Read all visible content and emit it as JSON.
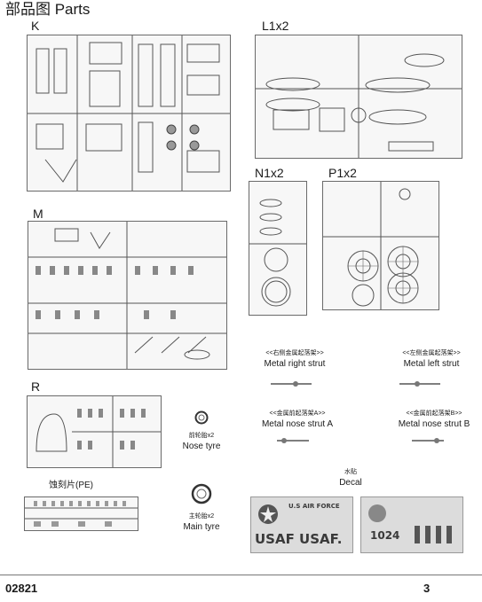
{
  "header": {
    "title": "部品图  Parts"
  },
  "sprues": {
    "K": {
      "label": "K"
    },
    "L": {
      "label": "L1x2"
    },
    "M": {
      "label": "M"
    },
    "N": {
      "label": "N1x2"
    },
    "P": {
      "label": "P1x2"
    },
    "R": {
      "label": "R"
    }
  },
  "parts": {
    "nose_tyre": {
      "cn": "前轮胎x2",
      "en": "Nose tyre"
    },
    "main_tyre": {
      "cn": "主轮胎x2",
      "en": "Main tyre"
    },
    "pe": {
      "cn": "蚀刻片(PE)"
    },
    "right_strut": {
      "cn": "<<右侧金属起落架>>",
      "en": "Metal right strut"
    },
    "left_strut": {
      "cn": "<<左侧金属起落架>>",
      "en": "Metal left strut"
    },
    "nose_strut_a": {
      "cn": "<<金属前起落架A>>",
      "en": "Metal nose strut A"
    },
    "nose_strut_b": {
      "cn": "<<金属前起落架B>>",
      "en": "Metal nose strut B"
    },
    "decal": {
      "cn": "水贴",
      "en": "Decal",
      "usaf": "USAF USAF.",
      "us_air_force": "U.S AIR FORCE",
      "serial": "1024"
    }
  },
  "footer": {
    "code": "02821",
    "page": "3"
  }
}
